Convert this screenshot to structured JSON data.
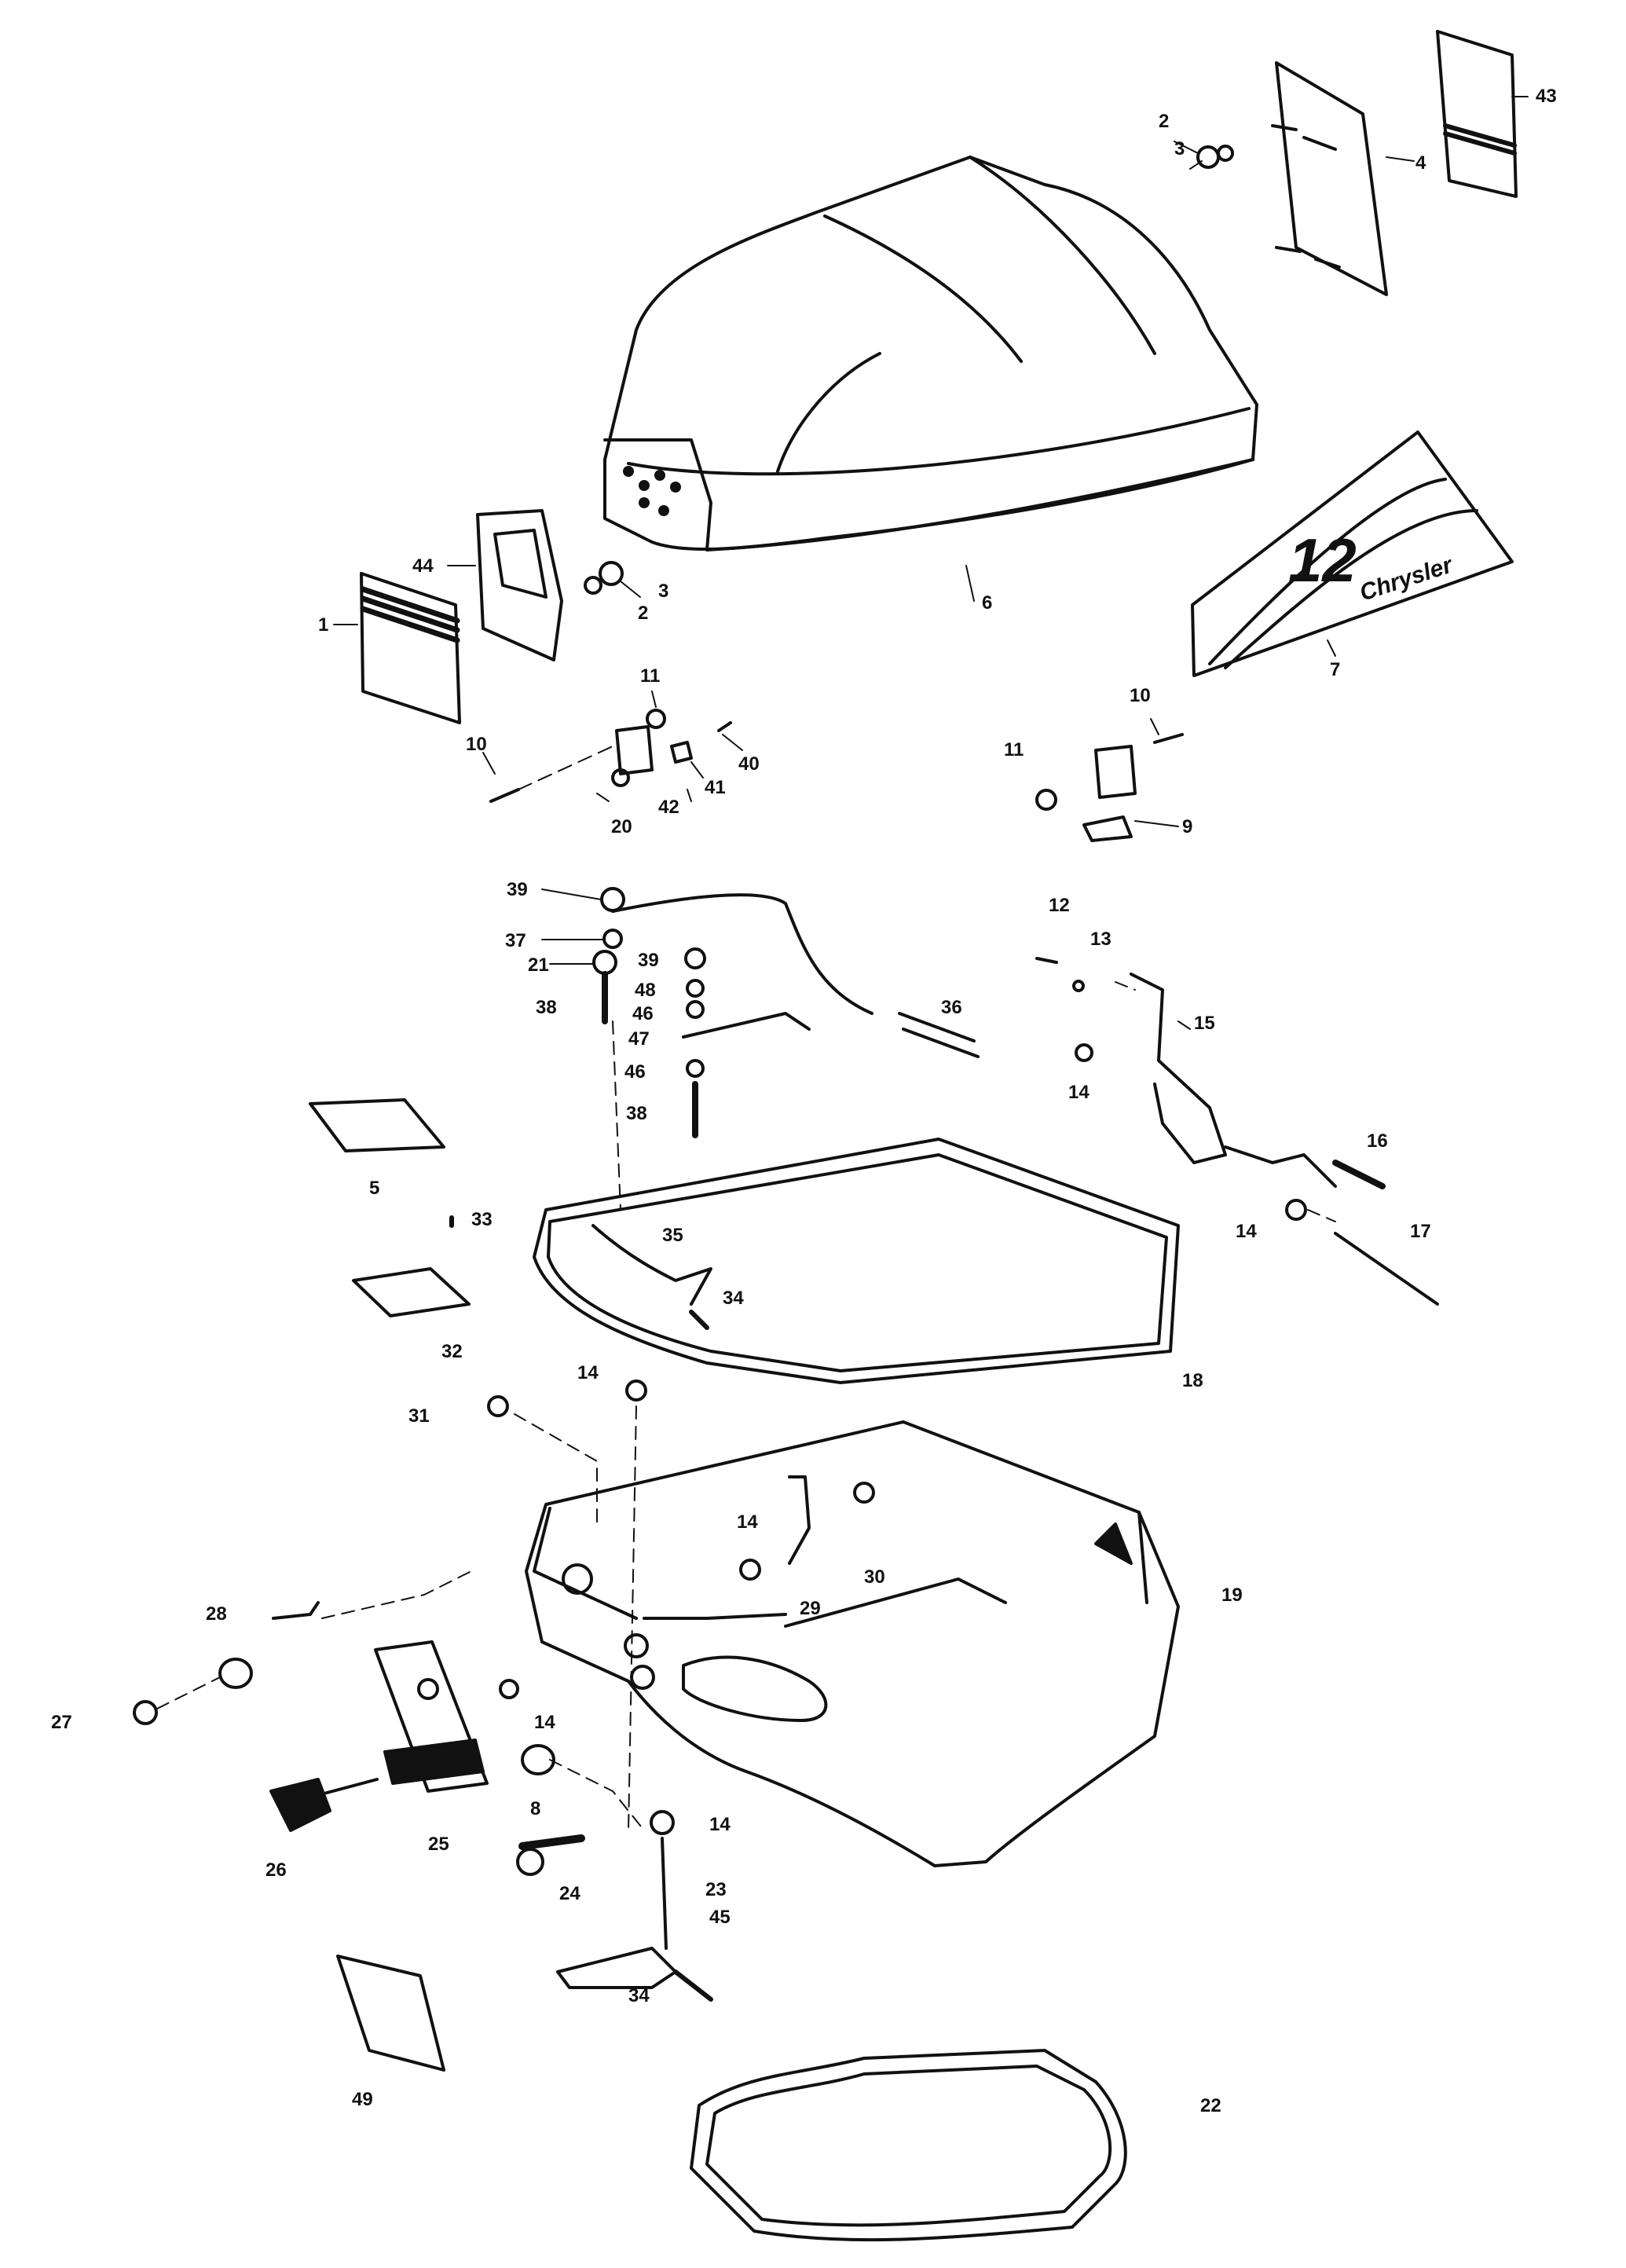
{
  "diagram": {
    "decal_model": "12",
    "decal_brand": "Chrysler",
    "colors": {
      "ink": "#111111",
      "paper": "#ffffff"
    }
  },
  "labels": {
    "p1": "1",
    "p2a": "2",
    "p2b": "2",
    "p3a": "3",
    "p3b": "3",
    "p4": "4",
    "p5": "5",
    "p6": "6",
    "p7": "7",
    "p8": "8",
    "p9": "9",
    "p10a": "10",
    "p10b": "10",
    "p11a": "11",
    "p11b": "11",
    "p12": "12",
    "p13": "13",
    "p14a": "14",
    "p14b": "14",
    "p14c": "14",
    "p14d": "14",
    "p14e": "14",
    "p14f": "14",
    "p15": "15",
    "p16": "16",
    "p17": "17",
    "p18": "18",
    "p19": "19",
    "p20": "20",
    "p21": "21",
    "p22": "22",
    "p23": "23",
    "p24": "24",
    "p25": "25",
    "p26": "26",
    "p27": "27",
    "p28": "28",
    "p29": "29",
    "p30": "30",
    "p31": "31",
    "p32": "32",
    "p33": "33",
    "p34a": "34",
    "p34b": "34",
    "p35": "35",
    "p36": "36",
    "p37": "37",
    "p38a": "38",
    "p38b": "38",
    "p39a": "39",
    "p39b": "39",
    "p40": "40",
    "p41": "41",
    "p42": "42",
    "p43": "43",
    "p44": "44",
    "p45": "45",
    "p46a": "46",
    "p46b": "46",
    "p47": "47",
    "p48": "48",
    "p49": "49"
  }
}
